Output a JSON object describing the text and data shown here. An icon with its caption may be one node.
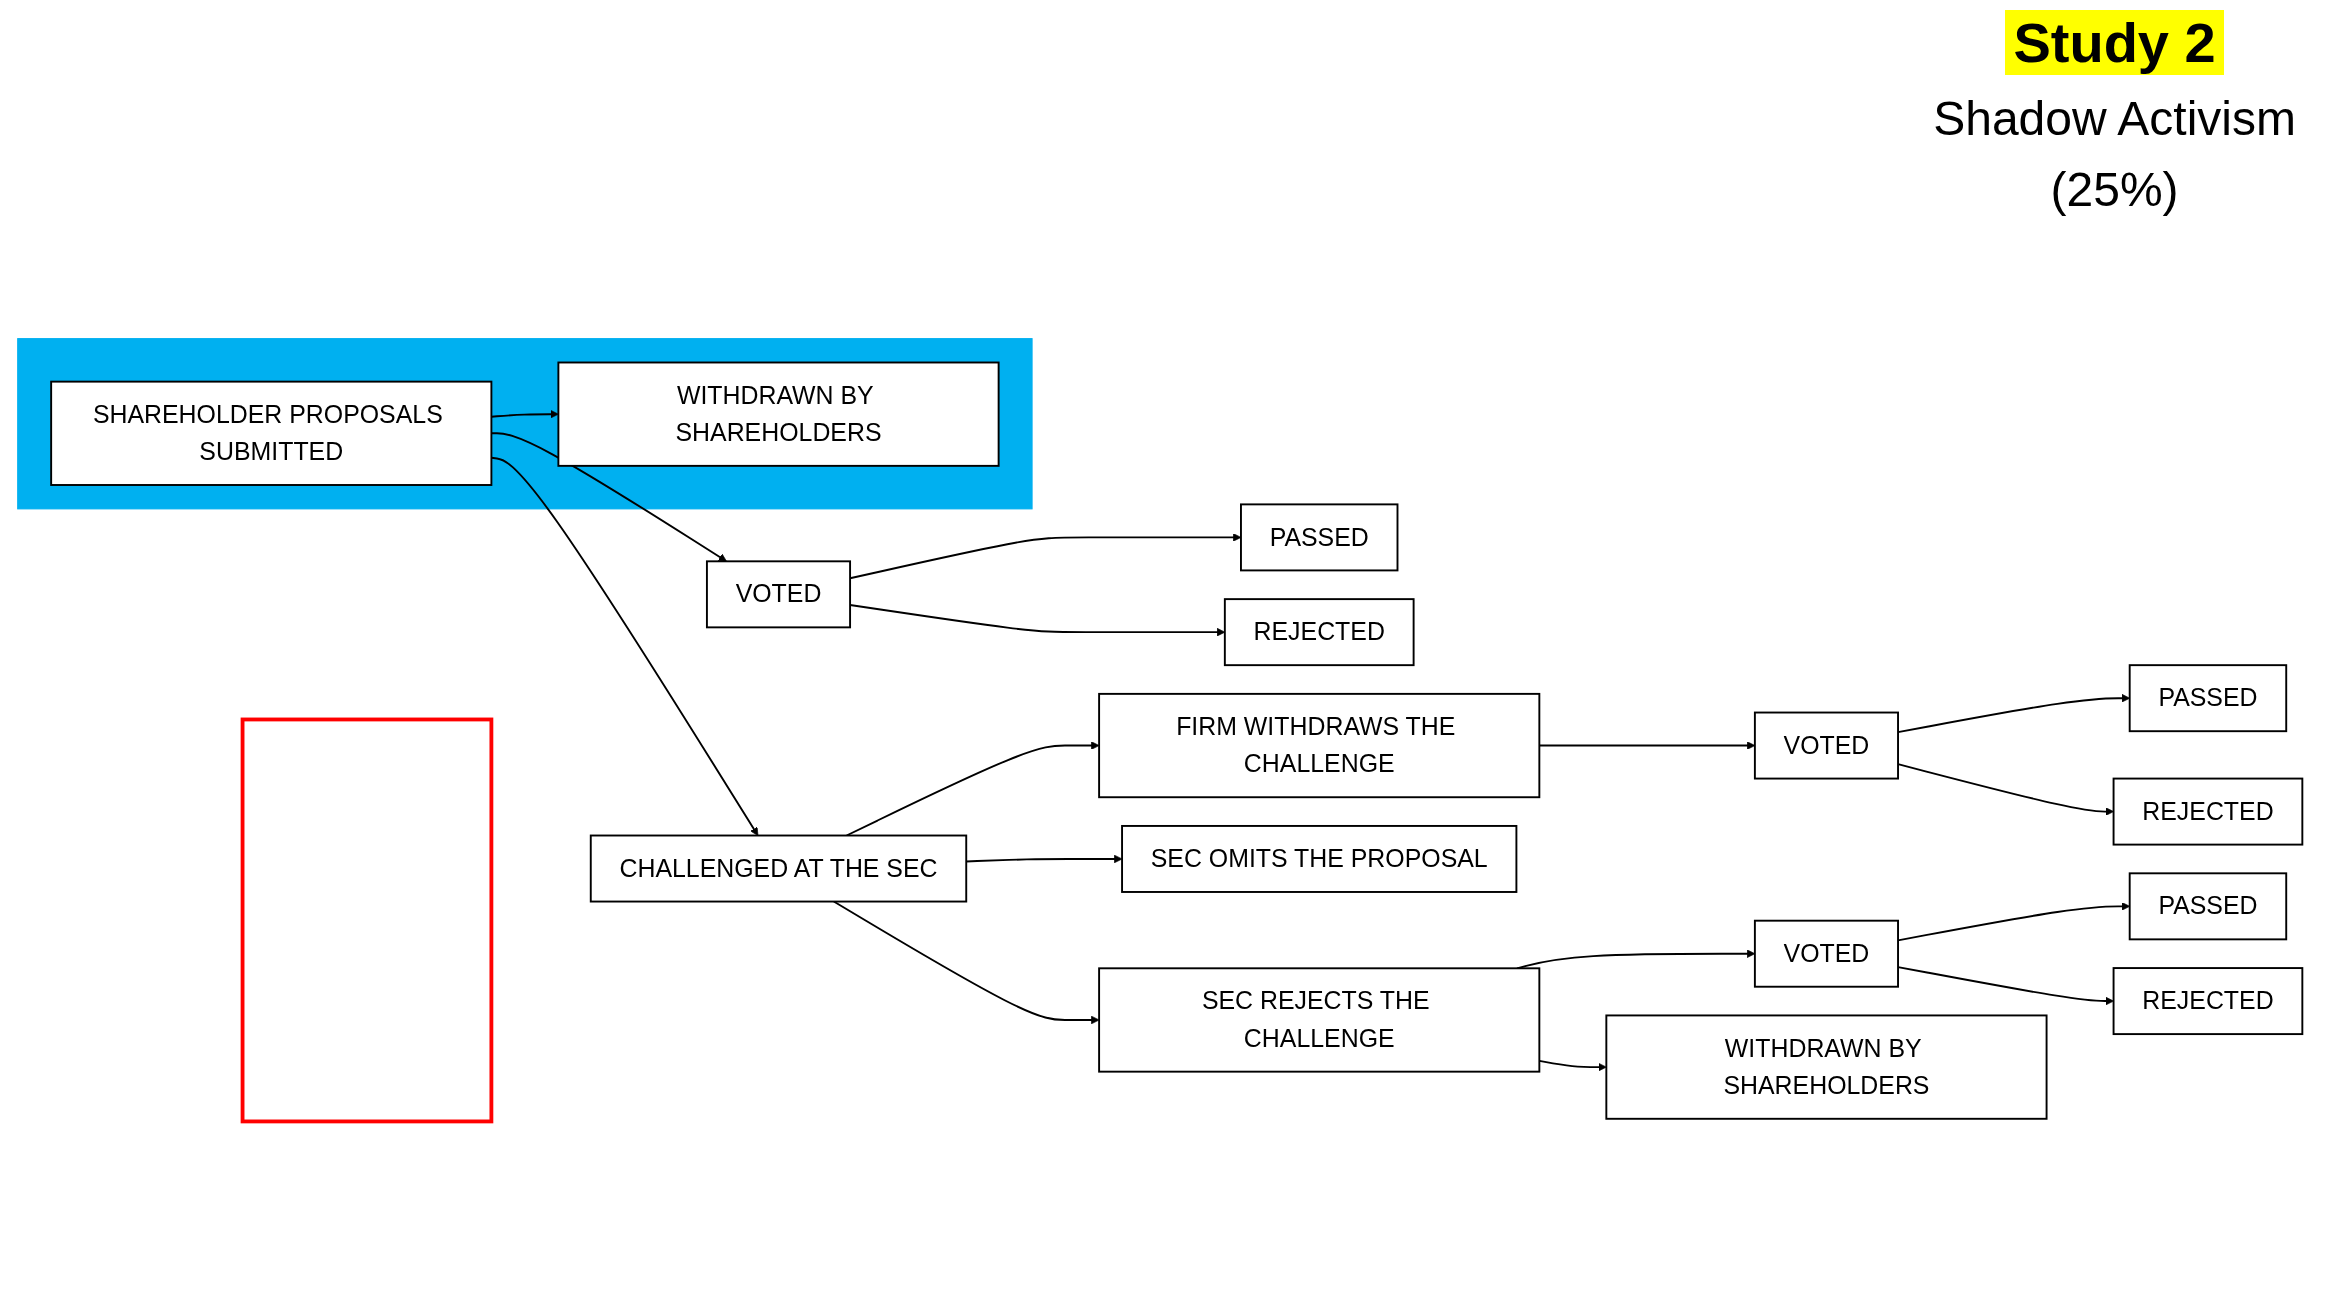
{
  "diagram": {
    "title": "Study 2",
    "nodes": [
      {
        "text": [],
        "shape": "box"
      },
      {
        "text": [],
        "shape": "band"
      },
      {
        "text": [
          "SHAREHOLDER PROPOSALS SUBMITTED"
        ],
        "in": 1
      },
      {
        "text": [
          "VOTED"
        ]
      },
      {
        "text": [
          "PASSED"
        ]
      },
      {
        "text": [
          "REJECTED"
        ]
      },
      {
        "text": [
          "WITHDRAWN BY SHAREHOLDERS"
        ],
        "in": 1
      },
      {
        "text": [
          "CHALLENGED AT THE SEC"
        ]
      },
      {
        "text": [
          "FIRM WITHDRAWS THE CHALLENGE"
        ]
      },
      {
        "text": [
          "SEC OMITS THE PROPOSAL"
        ]
      },
      {
        "text": [
          "SEC REJECTS THE CHALLENGE"
        ]
      },
      {
        "text": [
          "VOTED"
        ]
      },
      {
        "text": [
          "PASSED"
        ]
      },
      {
        "text": [
          "REJECTED"
        ]
      },
      {
        "text": [
          "VOTED"
        ]
      },
      {
        "text": [
          "PASSED"
        ]
      },
      {
        "text": [
          "REJECTED"
        ]
      },
      {
        "text": [
          "WITHDRAWN BY SHAREHOLDERS"
        ]
      }
    ],
    "edges": [
      {
        "from": 2,
        "to": 3,
        "arrow": "to"
      },
      {
        "from": 3,
        "to": 4,
        "arrow": "to"
      },
      {
        "from": 3,
        "to": 5,
        "arrow": "to"
      },
      {
        "from": 2,
        "to": 6,
        "arrow": "to"
      },
      {
        "from": 2,
        "to": 7,
        "arrow": "to"
      },
      {
        "from": 7,
        "to": 8,
        "arrow": "to"
      },
      {
        "from": 7,
        "to": 9,
        "arrow": "to"
      },
      {
        "from": 7,
        "to": 10,
        "arrow": "to"
      },
      {
        "from": 8,
        "to": 11,
        "arrow": "to"
      },
      {
        "from": 11,
        "to": 12,
        "arrow": "to"
      },
      {
        "from": 11,
        "to": 13,
        "arrow": "to"
      },
      {
        "from": 10,
        "to": 14,
        "arrow": "to"
      },
      {
        "from": 14,
        "to": 15,
        "arrow": "to"
      },
      {
        "from": 14,
        "to": 16,
        "arrow": "to"
      },
      {
        "from": 10,
        "to": 17,
        "arrow": "to"
      }
    ],
    "labels": [
      "Shadow Activism",
      "(25%)"
    ]
  }
}
